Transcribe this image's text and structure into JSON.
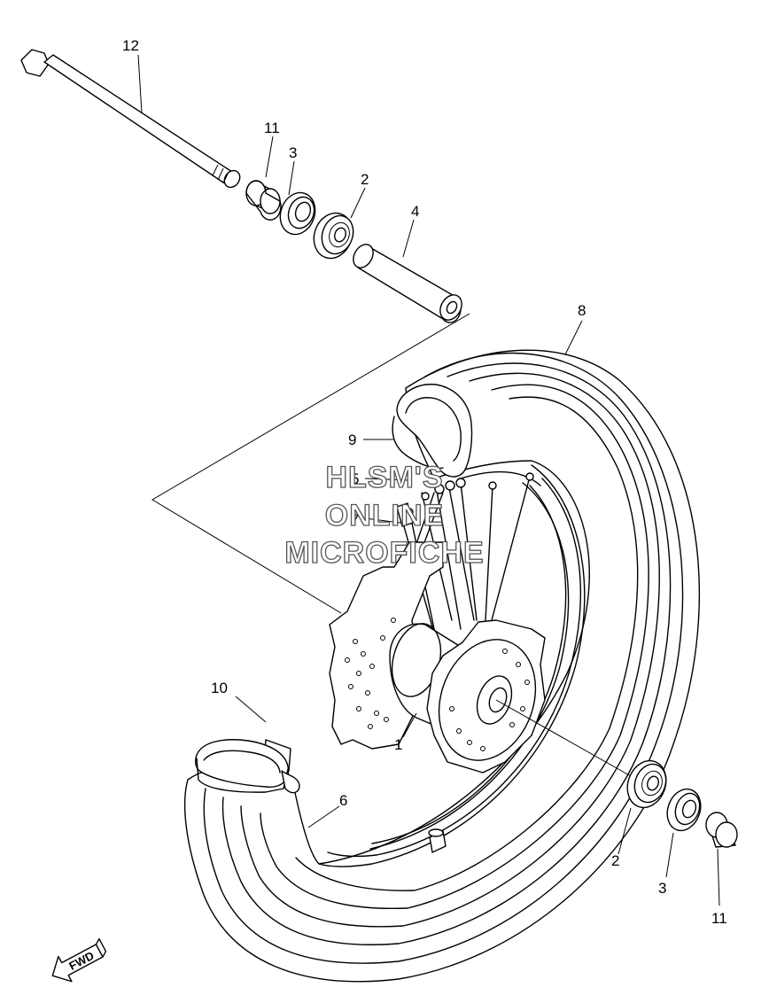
{
  "labels": {
    "p12": "12",
    "p11_top": "11",
    "p3_top": "3",
    "p2_top": "2",
    "p4": "4",
    "p8": "8",
    "p9": "9",
    "p5": "5",
    "p7": "7",
    "p10": "10",
    "p1": "1",
    "p6": "6",
    "p2_bottom": "2",
    "p3_bottom": "3",
    "p11_bottom": "11"
  },
  "watermark": {
    "line1": "HLSM'S",
    "line2": "ONLINE",
    "line3": "MICROFICHE"
  },
  "direction_badge": "FWD"
}
